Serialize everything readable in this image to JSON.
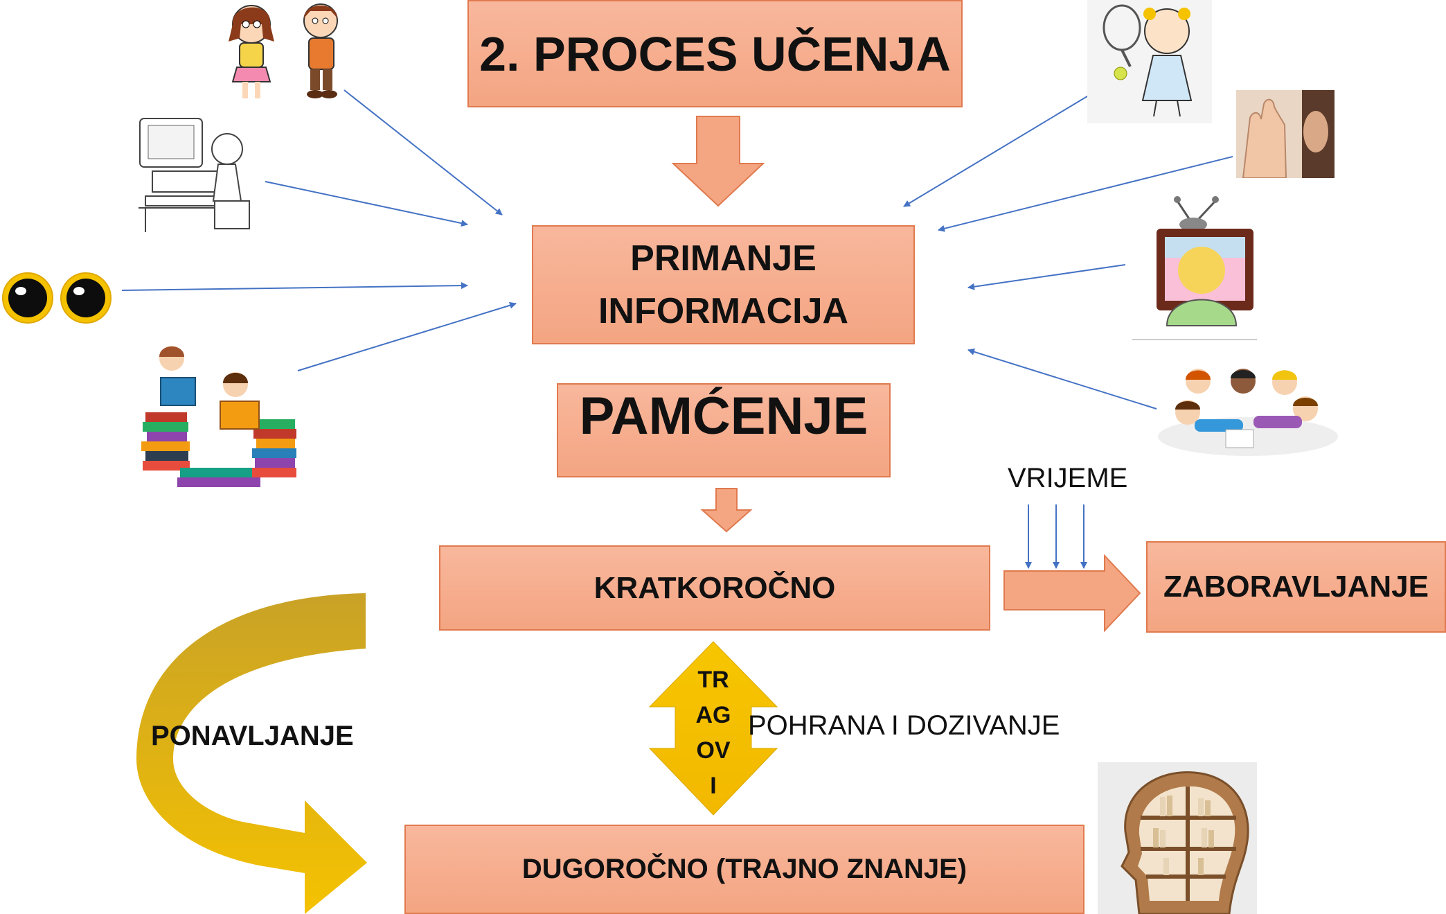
{
  "title": "2. PROCES UČENJA",
  "boxes": {
    "primanje_line1": "PRIMANJE",
    "primanje_line2": "INFORMACIJA",
    "pamcenje": "PAMĆENJE",
    "kratkorocno": "KRATKOROČNO",
    "zaboravljanje": "ZABORAVLJANJE",
    "dugorocno": "DUGOROČNO (TRAJNO ZNANJE)"
  },
  "labels": {
    "vrijeme": "VRIJEME",
    "ponavljanje": "PONAVLJANJE",
    "pohrana": "POHRANA I DOZIVANJE",
    "tragovi": [
      "TR",
      "AG",
      "OV",
      "I"
    ]
  },
  "colors": {
    "box_fill": "#f4a582",
    "box_border": "#e07a4e",
    "arrow_blue": "#4472c4",
    "gold": "#f2c200"
  },
  "pictures_left": [
    "talking-children-icon",
    "child-at-computer-icon",
    "eyes-icon",
    "children-reading-books-icon"
  ],
  "pictures_right": [
    "girl-with-tennis-racket-icon",
    "hand-at-ear-icon",
    "child-watching-tv-icon",
    "children-drawing-icon",
    "head-bookshelf-icon"
  ]
}
